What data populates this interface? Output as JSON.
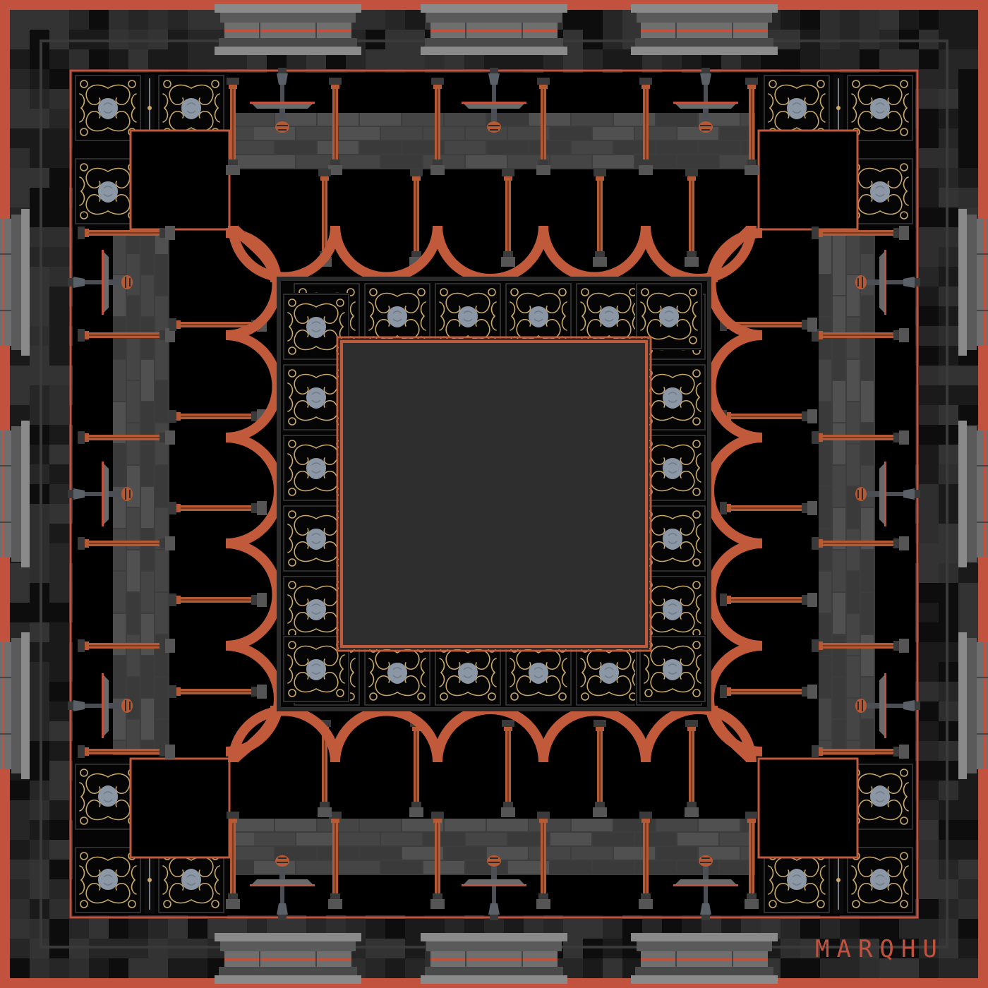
{
  "brand": {
    "wordmark": "MARQHU"
  },
  "palette": {
    "border": "#c2513d",
    "background": "#000000",
    "stone_dark": "#1f1f1f",
    "stone_mid": "#3a3a3a",
    "stone_light": "#5a5a5a",
    "stone_highlight": "#8a8a8a",
    "column": "#b55a34",
    "column_shadow": "#7a3a22",
    "arch": "#c05a3a",
    "gold": "#c9a86a",
    "medallion": "#8c97a6",
    "center_panel": "#2e2e2e"
  },
  "motifs": {
    "scrollwork": "gold-scroll-pattern",
    "arches": "arcade-arches",
    "fountains": "lamp-fountain-icon",
    "pedestals": "stone-pedestal-icon"
  }
}
